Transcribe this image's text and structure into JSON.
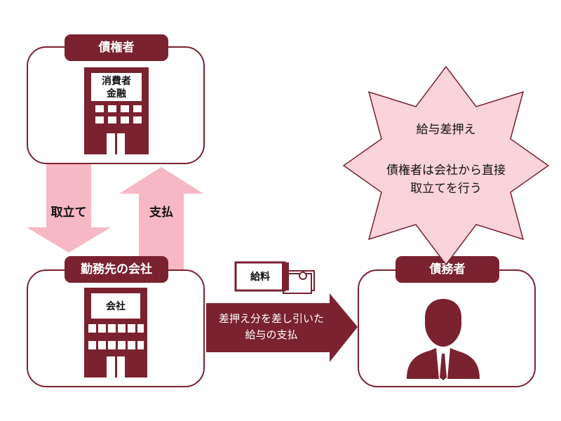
{
  "creditor": {
    "tag": "債権者",
    "building_label_line1": "消費者",
    "building_label_line2": "金融"
  },
  "employer": {
    "tag": "勤務先の会社",
    "building_label": "会社"
  },
  "debtor": {
    "tag": "債務者"
  },
  "arrows": {
    "collect_label": "取立て",
    "pay_label": "支払",
    "salary_line1": "差押え分を差し引いた",
    "salary_line2": "給与の支払"
  },
  "envelope": {
    "label": "給料"
  },
  "star": {
    "line1": "給与差押え",
    "line2": "債権者は会社から直接",
    "line3": "取立てを行う"
  },
  "colors": {
    "dark_red": "#7a2230",
    "pink_arrow": "#f6b8c4",
    "pink_star": "#fbd3db"
  }
}
